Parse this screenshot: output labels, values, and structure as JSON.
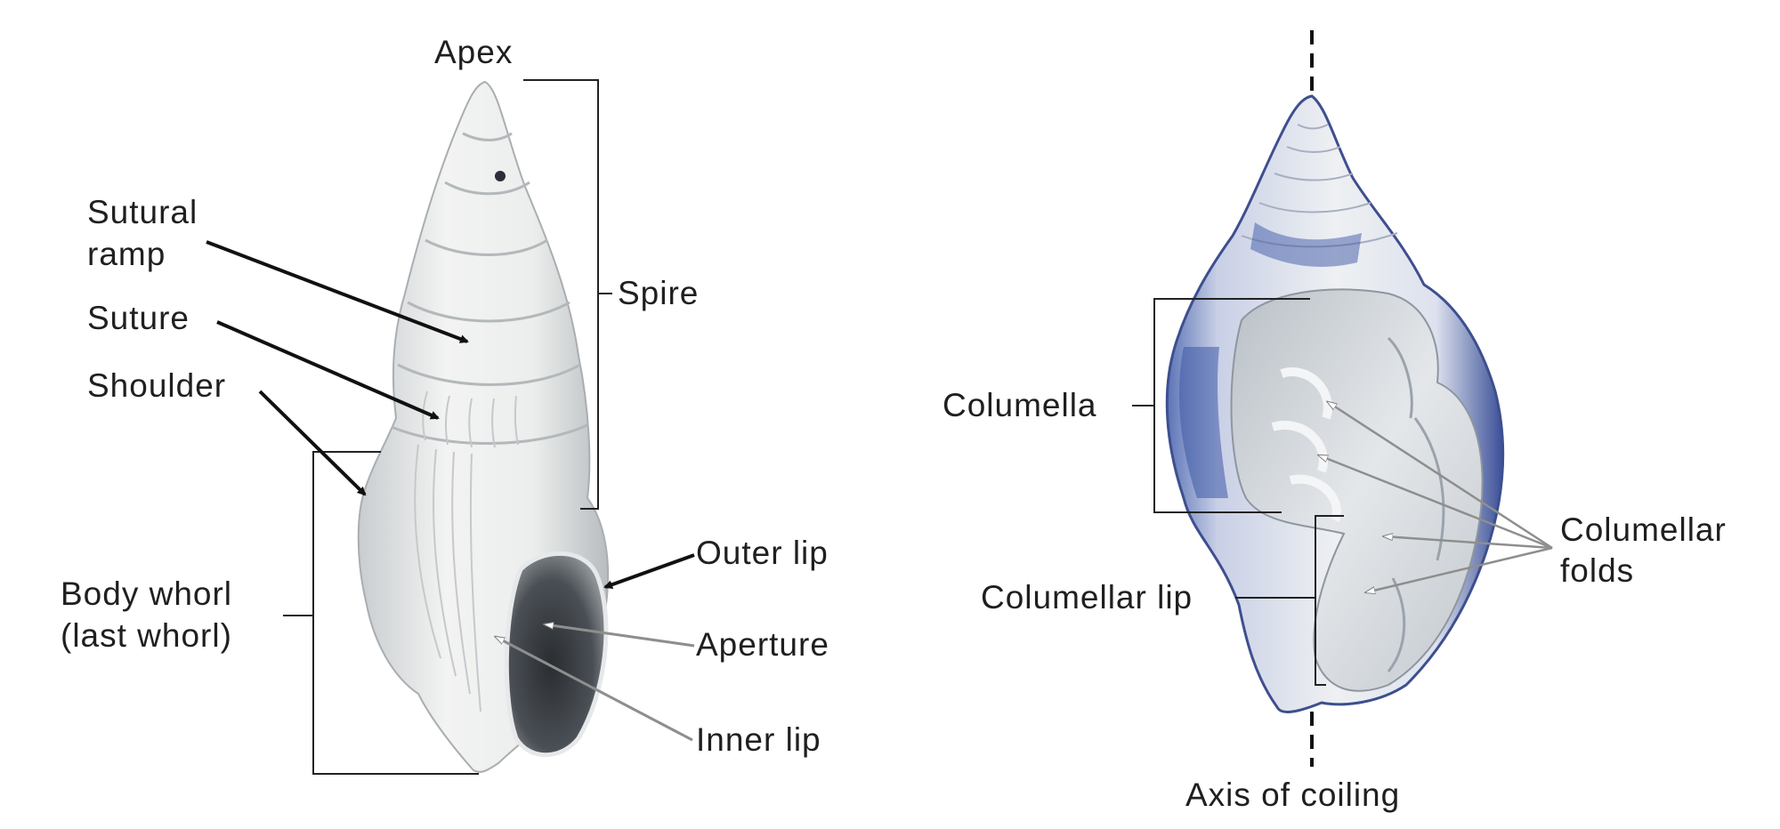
{
  "left_figure": {
    "labels": {
      "apex": "Apex",
      "spire": "Spire",
      "sutural_ramp_1": "Sutural",
      "sutural_ramp_2": "ramp",
      "suture": "Suture",
      "shoulder": "Shoulder",
      "body_whorl_1": "Body whorl",
      "body_whorl_2": "(last whorl)",
      "outer_lip": "Outer lip",
      "aperture": "Aperture",
      "inner_lip": "Inner lip"
    }
  },
  "right_figure": {
    "labels": {
      "columella": "Columella",
      "columellar_folds_1": "Columellar",
      "columellar_folds_2": "folds",
      "columellar_lip": "Columellar lip",
      "axis_of_coiling": "Axis of coiling"
    }
  },
  "colors": {
    "background": "#ffffff",
    "text": "#1f1f1f",
    "shell_left": "#e9ecec",
    "shell_right_accent": "#3c5ea8",
    "leader_black": "#111111",
    "leader_grey": "#9a9a9a"
  }
}
